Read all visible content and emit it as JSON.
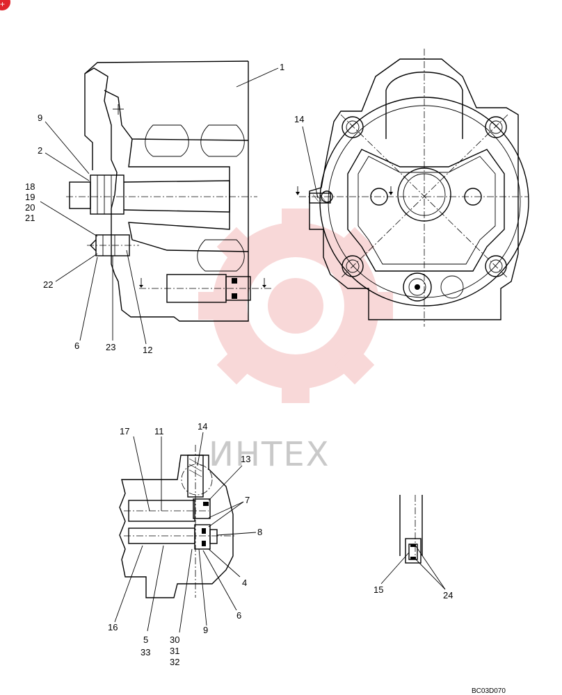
{
  "watermark": {
    "text": "ИНТЕХ",
    "color": "#e05050"
  },
  "corner_badge": {
    "symbol": "+",
    "color": "#e0242b"
  },
  "drawing_code": "BC03D070",
  "callouts": {
    "c1": "1",
    "c9a": "9",
    "c2": "2",
    "c18": "18",
    "c19": "19",
    "c20": "20",
    "c21": "21",
    "c22": "22",
    "c6a": "6",
    "c23": "23",
    "c12": "12",
    "c14a": "14",
    "c17": "17",
    "c11": "11",
    "c14b": "14",
    "c13": "13",
    "c7": "7",
    "c8": "8",
    "c4": "4",
    "c6b": "6",
    "c9b": "9",
    "c16": "16",
    "c5": "5",
    "c33": "33",
    "c30": "30",
    "c31": "31",
    "c32": "32",
    "c15": "15",
    "c24": "24"
  }
}
